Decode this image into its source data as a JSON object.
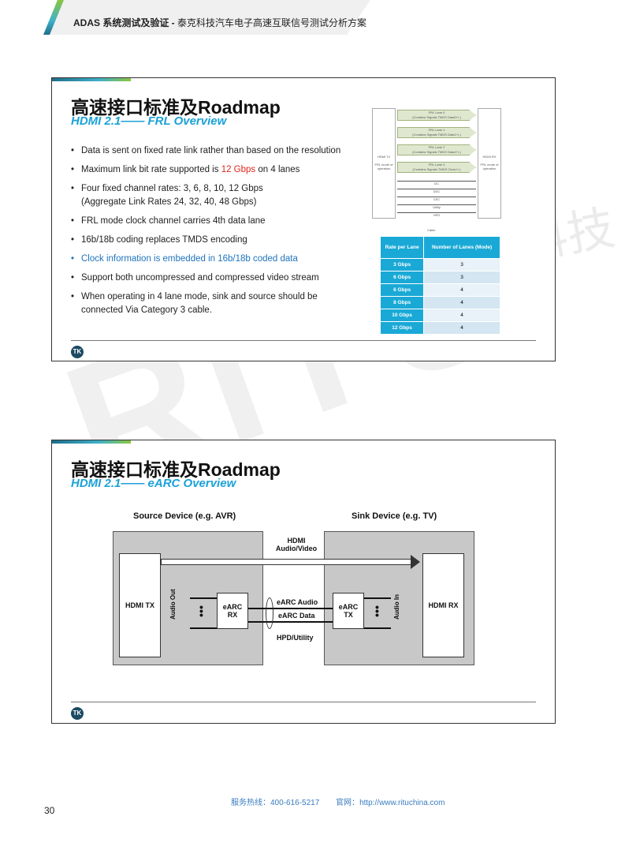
{
  "header": {
    "bold": "ADAS 系统测试及验证 - ",
    "rest": "泰克科技汽车电子高速互联信号测试分析方案"
  },
  "watermark": {
    "latin": "RiTU",
    "cjk": "日图科技"
  },
  "slide1": {
    "title": "高速接口标准及Roadmap",
    "subtitle": "HDMI 2.1—— FRL Overview",
    "bullets": [
      {
        "pre": "Data is sent on fixed rate link rather than based on the resolution"
      },
      {
        "pre": "Maximum link bit rate supported is ",
        "red": "12 Gbps",
        "post": " on 4 lanes"
      },
      {
        "pre": "Four fixed channel rates: 3, 6, 8, 10, 12 Gbps",
        "line2": "(Aggregate Link Rates 24, 32, 40, 48 Gbps)"
      },
      {
        "pre": "FRL mode clock channel carries 4th data lane"
      },
      {
        "pre": "16b/18b coding replaces TMDS encoding"
      },
      {
        "pre": "Clock information is embedded in 16b/18b coded data"
      },
      {
        "pre": "Support both uncompressed and compressed video stream"
      },
      {
        "pre": "When operating in 4 lane mode, sink and source should be",
        "line2": "connected Via Category 3 cable."
      }
    ],
    "diagram": {
      "tx": "HDMI TX",
      "rx": "HDMI RX",
      "mode": "FRL mode of operation",
      "lanes": [
        {
          "name": "FRL Lane 0",
          "desc": "(Contains Signals TMDS Data0+/-)"
        },
        {
          "name": "FRL Lane 1",
          "desc": "(Contains Signals TMDS Data1+/-)"
        },
        {
          "name": "FRL Lane 2",
          "desc": "(Contains Signals TMDS Data2+/-)"
        },
        {
          "name": "FRL Lane 3",
          "desc": "(Contains Signals TMDS Clock+/-)"
        }
      ],
      "signals": [
        "I2C",
        "DDC",
        "CEC",
        "Utility",
        "HPD"
      ],
      "cable": "Cable"
    },
    "table": {
      "headers": [
        "Rate per Lane",
        "Number of Lanes (Mode)"
      ],
      "rows": [
        [
          "3 Gbps",
          "3"
        ],
        [
          "6 Gbps",
          "3"
        ],
        [
          "6 Gbps",
          "4"
        ],
        [
          "8 Gbps",
          "4"
        ],
        [
          "10 Gbps",
          "4"
        ],
        [
          "12 Gbps",
          "4"
        ]
      ]
    },
    "logo": "TK"
  },
  "slide2": {
    "title": "高速接口标准及Roadmap",
    "subtitle": "HDMI 2.1—— eARC Overview",
    "diagram": {
      "source": "Source Device (e.g. AVR)",
      "sink": "Sink Device (e.g. TV)",
      "hdmi_tx": "HDMI TX",
      "hdmi_rx": "HDMI RX",
      "av1": "HDMI",
      "av2": "Audio/Video",
      "earc_rx1": "eARC",
      "earc_rx2": "RX",
      "earc_tx1": "eARC",
      "earc_tx2": "TX",
      "earc_audio": "eARC Audio",
      "earc_data": "eARC Data",
      "hpd": "HPD/Utility",
      "audio_out": "Audio Out",
      "audio_in": "Audio In"
    },
    "logo": "TK"
  },
  "footer": {
    "hotline_label": "服务热线：",
    "hotline": "400-616-5217",
    "site_label": "官网：",
    "site": "http://www.rituchina.com"
  },
  "page_number": "30"
}
